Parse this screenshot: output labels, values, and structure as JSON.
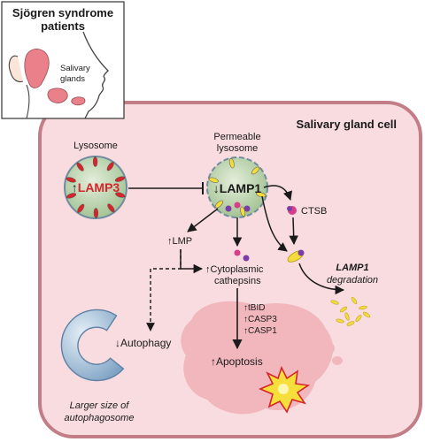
{
  "inset": {
    "title_line1": "Sjögren syndrome",
    "title_line2": "patients",
    "label_line1": "Salivary",
    "label_line2": "glands"
  },
  "cell": {
    "title": "Salivary gland cell"
  },
  "lysosome": {
    "label": "Lysosome",
    "marker": "LAMP3",
    "arrow": "↑"
  },
  "permeable_lysosome": {
    "label_line1": "Permeable",
    "label_line2": "lysosome",
    "marker": "LAMP1",
    "arrow": "↓"
  },
  "ctsb": {
    "label": "CTSB"
  },
  "lamp1_degradation": {
    "line1": "LAMP1",
    "line2": "degradation"
  },
  "lmp": {
    "label": "LMP",
    "arrow": "↑"
  },
  "cathepsins": {
    "line1": "Cytoplasmic",
    "line2": "cathepsins",
    "arrow": "↑"
  },
  "mediators": [
    {
      "arrow": "↑",
      "label": "tBID"
    },
    {
      "arrow": "↑",
      "label": "CASP3"
    },
    {
      "arrow": "↑",
      "label": "CASP1"
    }
  ],
  "apoptosis": {
    "label": "Apoptosis",
    "arrow": "↑"
  },
  "autophagy": {
    "label": "Autophagy",
    "arrow": "↓"
  },
  "autophagosome": {
    "line1": "Larger size of",
    "line2": "autophagosome"
  },
  "colors": {
    "cell_fill": "#f8dcdf",
    "cell_border": "#c27d86",
    "lysosome_fill": "#b5cfa6",
    "lamp3_red": "#d8242b",
    "lamp1_yellow": "#f3dc3c",
    "cathepsin_purple": "#7a3ea6",
    "cathepsin_pink": "#d83d8a",
    "apoptotic_blob": "#f2b7bd",
    "explosion": "#f6df3a",
    "autophagosome_blue": "#a8c3dc"
  }
}
